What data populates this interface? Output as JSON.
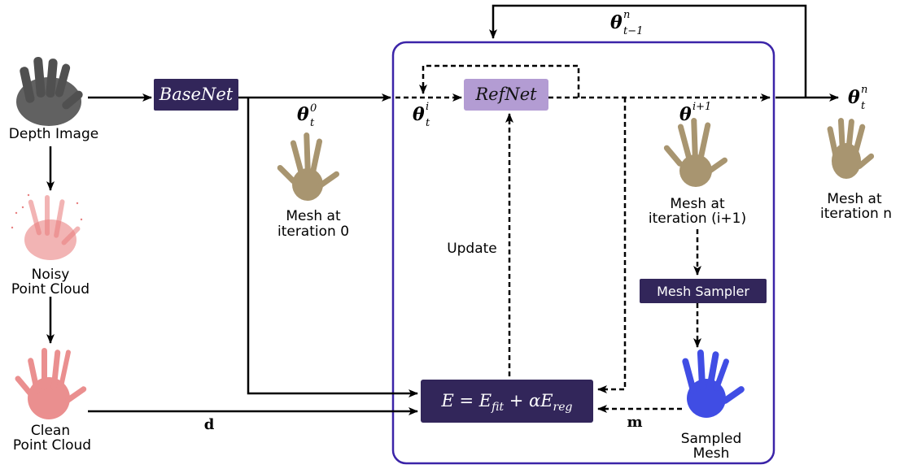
{
  "colors": {
    "dark_box": "#32265a",
    "refnet_box": "#b39cd3",
    "frame": "#3b24a8",
    "mesh_hand": "#a89570",
    "point_cloud": "#e46a6a",
    "sampled_mesh": "#1f2ee0",
    "depth_hand": "#505050"
  },
  "blocks": {
    "basenet": "BaseNet",
    "refnet": "RefNet",
    "mesh_sampler": "Mesh Sampler",
    "energy": {
      "lhs": "E = E",
      "fit_sub": "fit",
      "plus": " + αE",
      "reg_sub": "reg"
    }
  },
  "labels": {
    "depth_image": "Depth Image",
    "noisy_point_cloud": [
      "Noisy",
      "Point Cloud"
    ],
    "clean_point_cloud": [
      "Clean",
      "Point Cloud"
    ],
    "mesh_iter0": [
      "Mesh at",
      "iteration 0"
    ],
    "mesh_iter_i1": [
      "Mesh at",
      "iteration (i+1)"
    ],
    "mesh_iter_n": [
      "Mesh at",
      "iteration n"
    ],
    "sampled_mesh": [
      "Sampled",
      "Mesh"
    ],
    "update": "Update",
    "d": "d",
    "m": "m"
  },
  "symbols": {
    "theta0": {
      "base": "θ",
      "sub": "t",
      "sup": "0"
    },
    "theta_i": {
      "base": "θ",
      "sub": "t",
      "sup": "i"
    },
    "theta_i1": {
      "base": "θ",
      "sub": "t",
      "sup": "i+1"
    },
    "theta_n": {
      "base": "θ",
      "sub": "t",
      "sup": "n"
    },
    "theta_prev": {
      "base": "θ",
      "sub": "t−1",
      "sup": "n"
    }
  }
}
